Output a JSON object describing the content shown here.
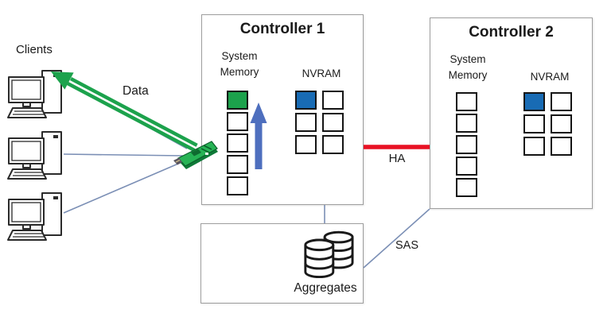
{
  "diagram": {
    "clients": {
      "label": "Clients",
      "count": 3,
      "icon": "desktop-computer-icon"
    },
    "labels": {
      "data": "Data",
      "ha": "HA",
      "sas": "SAS"
    },
    "adapter": {
      "icon": "network-card-icon"
    },
    "controller1": {
      "title": "Controller 1",
      "system_memory": {
        "label": "System Memory",
        "cells": [
          "green",
          "white",
          "white",
          "white",
          "white"
        ]
      },
      "nvram": {
        "label": "NVRAM",
        "cells": [
          "blue",
          "white",
          "white",
          "white",
          "white",
          "white"
        ]
      }
    },
    "controller2": {
      "title": "Controller 2",
      "system_memory": {
        "label": "System Memory",
        "cells": [
          "white",
          "white",
          "white",
          "white",
          "white"
        ]
      },
      "nvram": {
        "label": "NVRAM",
        "cells": [
          "blue",
          "white",
          "white",
          "white",
          "white",
          "white"
        ]
      }
    },
    "aggregates": {
      "label": "Aggregates",
      "icon": "database-stack-icon"
    },
    "colors": {
      "green": "#1ca24c",
      "blue": "#186bb4",
      "arrow_blue": "#4e6fbe",
      "ha_red": "#e81123",
      "line": "#7b8fb5"
    }
  }
}
